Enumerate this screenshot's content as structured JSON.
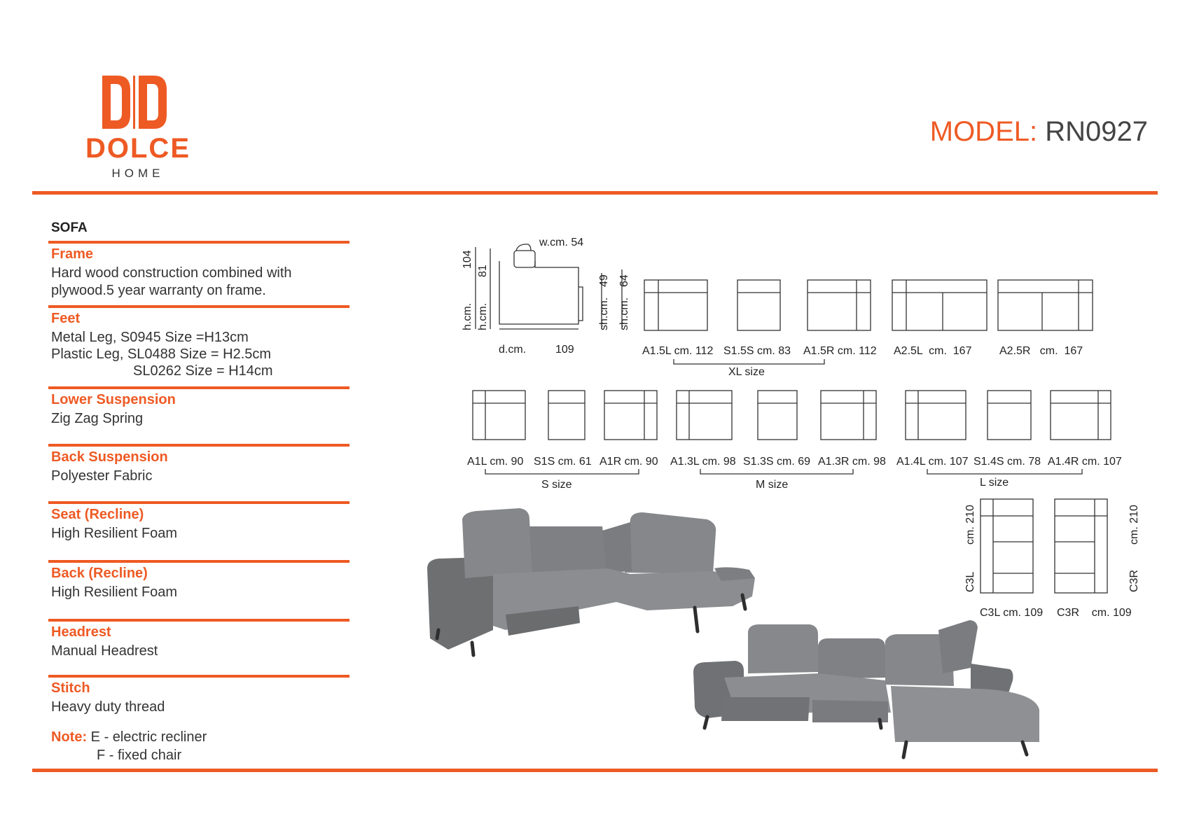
{
  "brand": {
    "name": "DOLCE",
    "sub": "HOME",
    "accent": "#ee5a24"
  },
  "model": {
    "label": "MODEL:",
    "value": "RN0927"
  },
  "spec_title": "SOFA",
  "specs": [
    {
      "heading": "Frame",
      "lines": [
        "Hard wood construction combined with",
        "plywood.5 year warranty on frame."
      ]
    },
    {
      "heading": "Feet",
      "lines": [
        "Metal Leg, S0945 Size =H13cm",
        "Plastic Leg, SL0488 Size = H2.5cm",
        "SL0262 Size = H14cm"
      ]
    },
    {
      "heading": "Lower Suspension",
      "lines": [
        "Zig Zag Spring"
      ]
    },
    {
      "heading": "Back Suspension",
      "lines": [
        "Polyester Fabric"
      ]
    },
    {
      "heading": "Seat (Recline)",
      "lines": [
        "High Resilient Foam"
      ]
    },
    {
      "heading": "Back (Recline)",
      "lines": [
        "High Resilient Foam"
      ]
    },
    {
      "heading": "Headrest",
      "lines": [
        "Manual Headrest"
      ]
    },
    {
      "heading": "Stitch",
      "lines": [
        "Heavy duty thread"
      ]
    }
  ],
  "note": {
    "label": "Note:",
    "lines": [
      "E - electric recliner",
      "F - fixed chair"
    ]
  },
  "side_view": {
    "w": "w.cm.  54",
    "h_total": "104",
    "h_label": "h.cm.",
    "h_back": "81",
    "sh1": "49",
    "sh2": "64",
    "sh_label": "sh.cm.",
    "depth_label": "d.cm.",
    "depth_value": "109"
  },
  "xl_row": {
    "items": [
      "A1.5L cm. 112",
      "S1.5S cm. 83",
      "A1.5R cm. 112",
      "A2.5L  cm.  167",
      "A2.5R   cm.  167"
    ],
    "group": "XL size"
  },
  "size_row": {
    "items": [
      "A1L cm. 90",
      "S1S cm. 61",
      "A1R cm. 90",
      "A1.3L cm. 98",
      "S1.3S cm. 69",
      "A1.3R cm. 98",
      "A1.4L cm. 107",
      "S1.4S cm. 78",
      "A1.4R cm. 107"
    ],
    "groups": [
      "S size",
      "M size",
      "L size"
    ]
  },
  "chaise": {
    "left_code": "C3L",
    "right_code": "C3R",
    "length": "cm. 210",
    "left_caption": "C3L cm. 109",
    "right_caption": "C3R    cm. 109"
  },
  "colors": {
    "upholstery": "#7b7d7f",
    "upholstery_dark": "#5f6163",
    "leg": "#2e2e2e"
  }
}
